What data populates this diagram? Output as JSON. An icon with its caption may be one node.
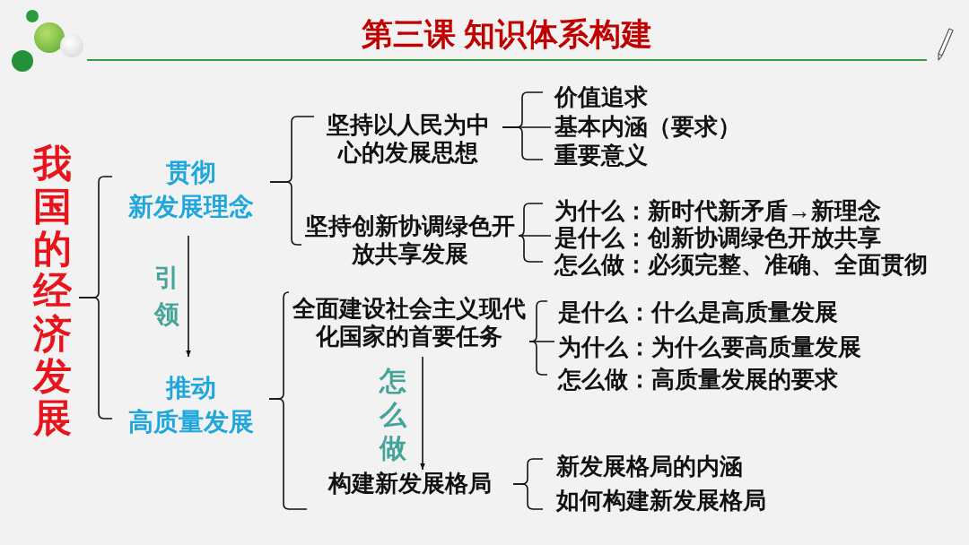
{
  "diagram": {
    "title": "第三课 知识体系构建",
    "nodes": [
      {
        "text": [
          "我国的经济发展"
        ]
      },
      {
        "text": [
          "贯彻",
          "新发展理念"
        ]
      },
      {
        "text": [
          "坚持以人民为中心的发展思想"
        ]
      },
      {
        "text": [
          "价值追求"
        ]
      },
      {
        "text": [
          "基本内涵（要求）"
        ]
      },
      {
        "text": [
          "重要意义"
        ]
      },
      {
        "text": [
          "坚持创新协调绿色开放共享发展"
        ]
      },
      {
        "text": [
          "为什么：新时代新矛盾→新理念"
        ]
      },
      {
        "text": [
          "是什么：创新协调绿色开放共享"
        ]
      },
      {
        "text": [
          "怎么做：必须完整、准确、全面贯彻"
        ]
      },
      {
        "text": [
          "推动",
          "高质量发展"
        ]
      },
      {
        "text": [
          "全面建设社会主义现代化国家的首要任务"
        ]
      },
      {
        "text": [
          "是什么：什么是高质量发展"
        ]
      },
      {
        "text": [
          "为什么：为什么要高质量发展"
        ]
      },
      {
        "text": [
          "怎么做：高质量发展的要求"
        ]
      },
      {
        "text": [
          "构建新发展格局"
        ]
      },
      {
        "text": [
          "新发展格局的内涵"
        ]
      },
      {
        "text": [
          "如何构建新发展格局"
        ]
      }
    ],
    "edges": [
      {
        "from": 0,
        "to": 1,
        "arrow": "none"
      },
      {
        "from": 0,
        "to": 10,
        "arrow": "none"
      },
      {
        "from": 1,
        "to": 2,
        "arrow": "none"
      },
      {
        "from": 1,
        "to": 6,
        "arrow": "none"
      },
      {
        "from": 2,
        "to": 3,
        "arrow": "none"
      },
      {
        "from": 2,
        "to": 4,
        "arrow": "none"
      },
      {
        "from": 2,
        "to": 5,
        "arrow": "none"
      },
      {
        "from": 6,
        "to": 7,
        "arrow": "none"
      },
      {
        "from": 6,
        "to": 8,
        "arrow": "none"
      },
      {
        "from": 6,
        "to": 9,
        "arrow": "none"
      },
      {
        "from": 10,
        "to": 11,
        "arrow": "none"
      },
      {
        "from": 10,
        "to": 15,
        "arrow": "none"
      },
      {
        "from": 11,
        "to": 12,
        "arrow": "none"
      },
      {
        "from": 11,
        "to": 13,
        "arrow": "none"
      },
      {
        "from": 11,
        "to": 14,
        "arrow": "none"
      },
      {
        "from": 15,
        "to": 16,
        "arrow": "none"
      },
      {
        "from": 15,
        "to": 17,
        "arrow": "none"
      },
      {
        "from": 1,
        "to": 10,
        "arrow": "to",
        "label": "引领"
      },
      {
        "from": 11,
        "to": 15,
        "arrow": "to",
        "label": "怎么做"
      }
    ]
  }
}
